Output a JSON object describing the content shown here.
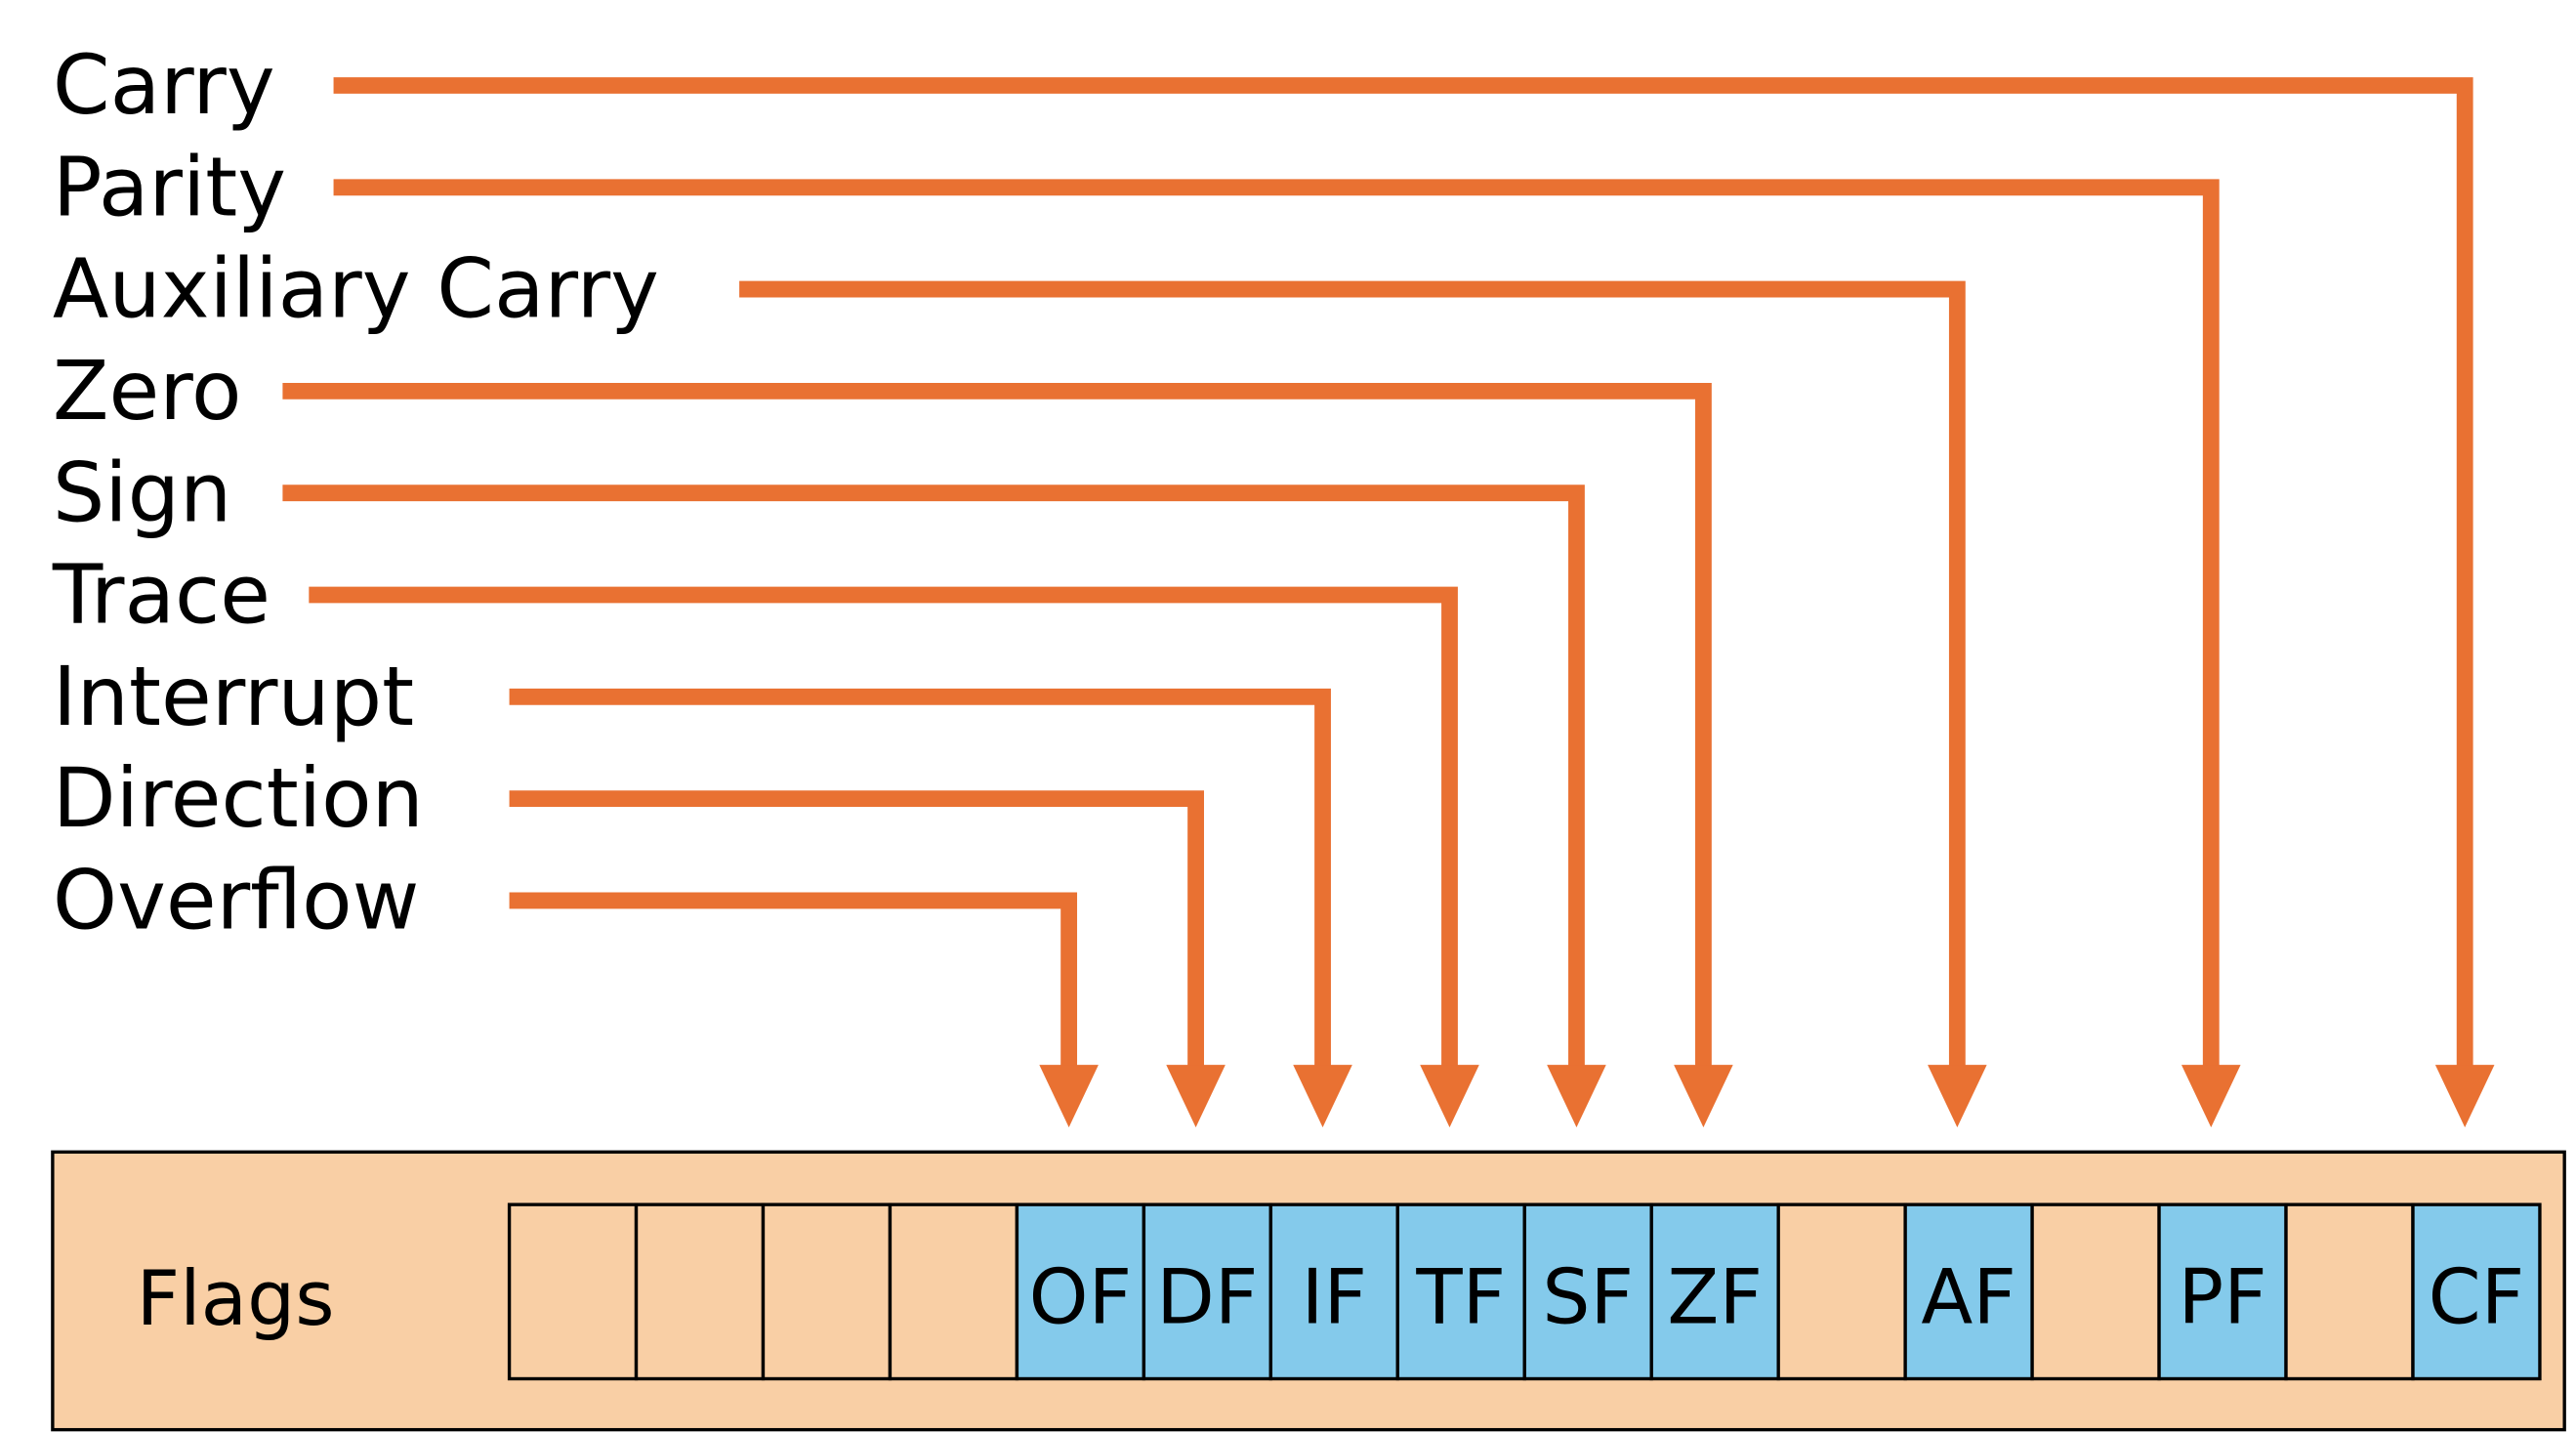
{
  "title_label": "Flags",
  "colors": {
    "arrow": "#E97132",
    "register_bg": "#F9CFA5",
    "flag_cell": "#84CAEB",
    "border": "#000000"
  },
  "register_bits": [
    "",
    "",
    "",
    "",
    "OF",
    "DF",
    "IF",
    "TF",
    "SF",
    "ZF",
    "",
    "AF",
    "",
    "PF",
    "",
    "CF"
  ],
  "flags": [
    {
      "name": "Carry",
      "abbr": "CF"
    },
    {
      "name": "Parity",
      "abbr": "PF"
    },
    {
      "name": "Auxiliary Carry",
      "abbr": "AF"
    },
    {
      "name": "Zero",
      "abbr": "ZF"
    },
    {
      "name": "Sign",
      "abbr": "SF"
    },
    {
      "name": "Trace",
      "abbr": "TF"
    },
    {
      "name": "Interrupt",
      "abbr": "IF"
    },
    {
      "name": "Direction",
      "abbr": "DF"
    },
    {
      "name": "Overflow",
      "abbr": "OF"
    }
  ]
}
